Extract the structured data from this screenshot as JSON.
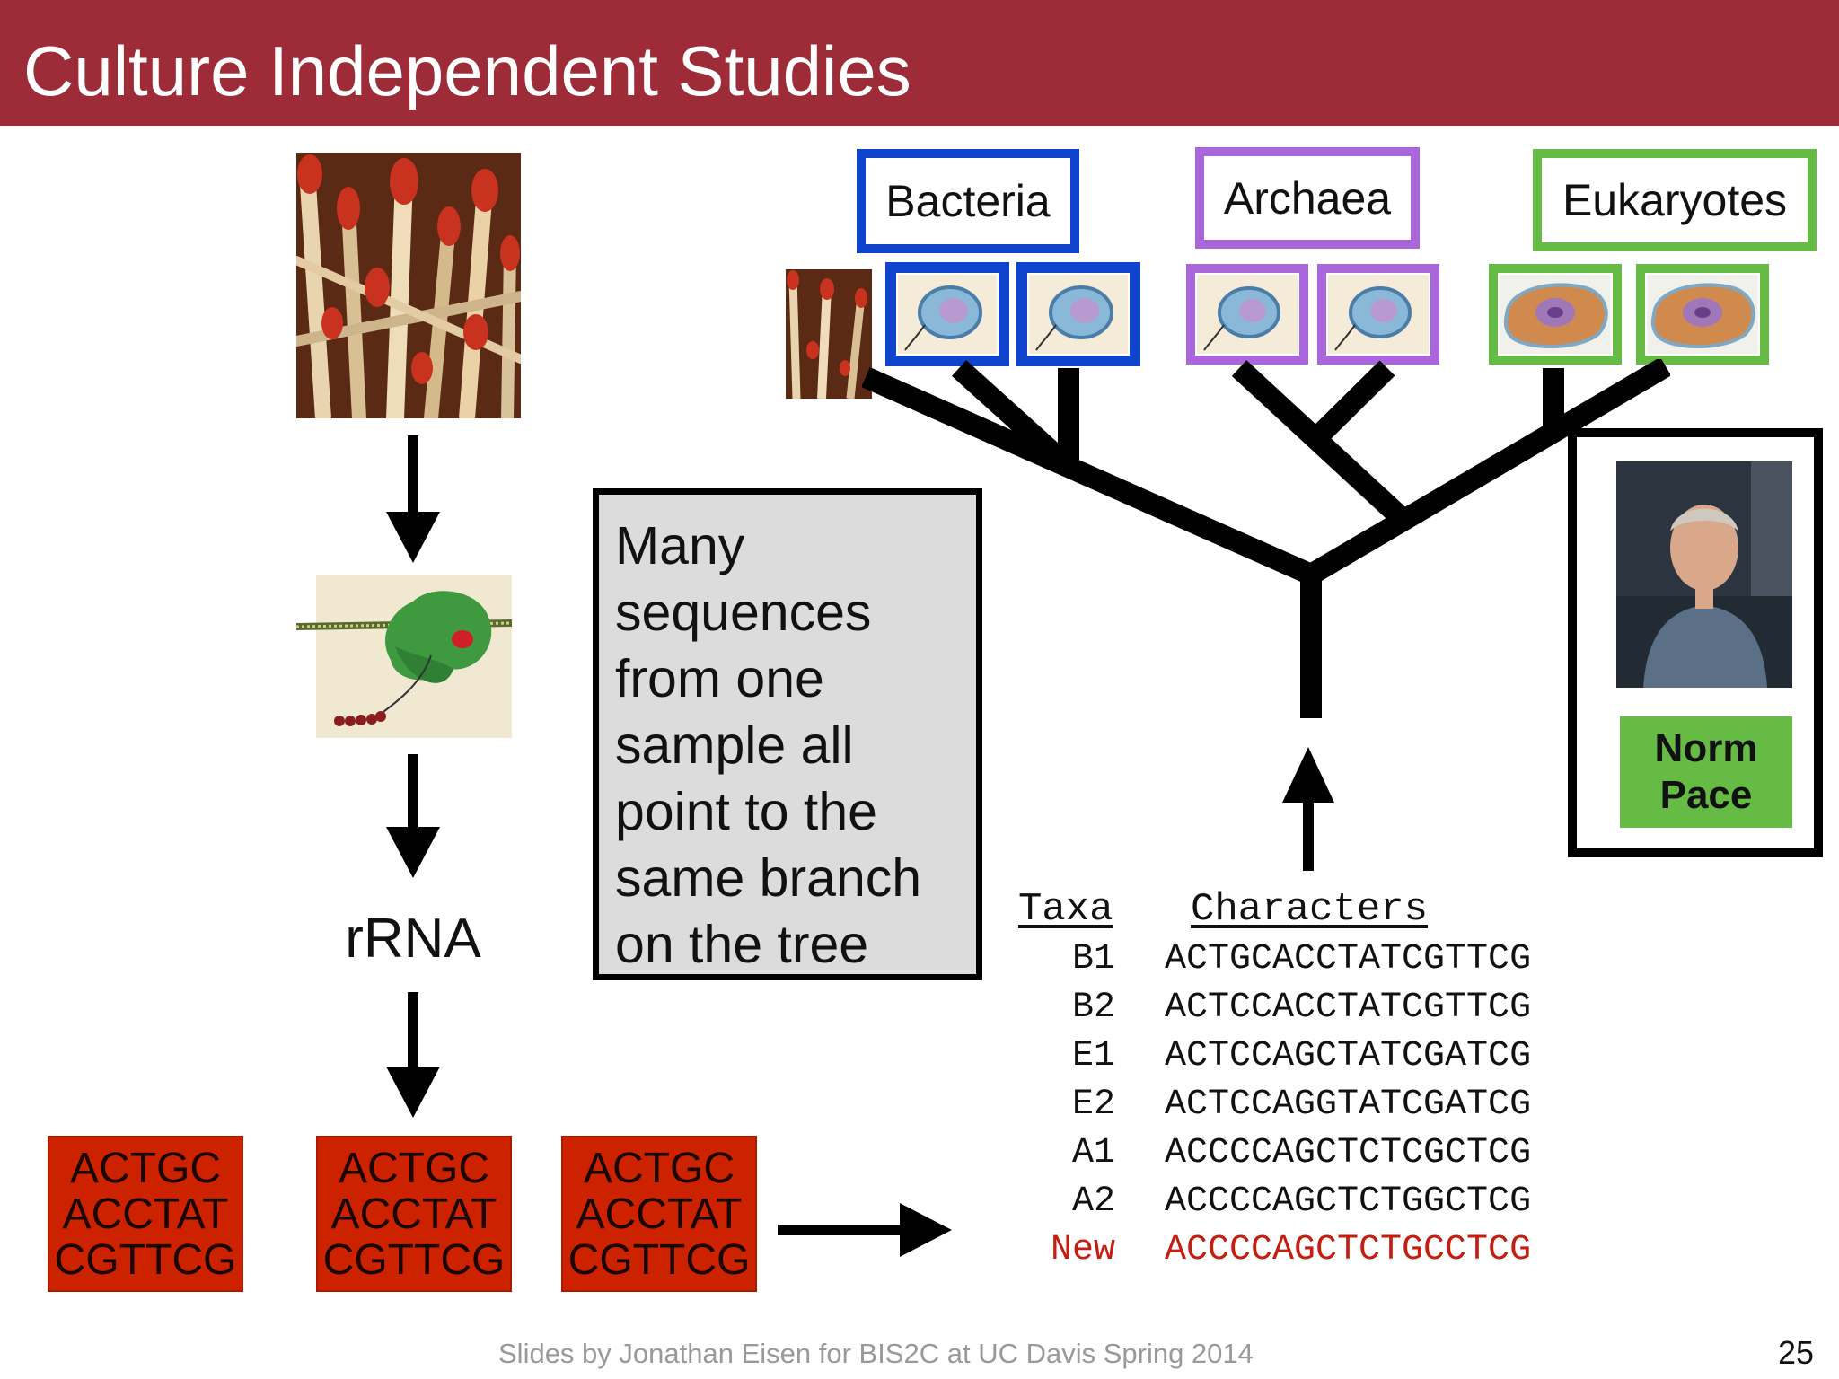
{
  "title": "Culture Independent Studies",
  "domains": [
    {
      "name": "Bacteria",
      "color": "#1144cc"
    },
    {
      "name": "Archaea",
      "color": "#aa66dd"
    },
    {
      "name": "Eukaryotes",
      "color": "#66bb44"
    }
  ],
  "flow": {
    "rrna_label": "rRNA",
    "sequence_boxes": [
      "ACTGC\nACCTAT\nCGTTCG",
      "ACTGC\nACCTAT\nCGTTCG",
      "ACTGC\nACCTAT\nCGTTCG"
    ]
  },
  "callout": "Many\nsequences\nfrom one\nsample all\npoint to the\nsame branch\non the tree",
  "alignment": {
    "taxa_header": "Taxa",
    "characters_header": "Characters",
    "rows": [
      {
        "taxon": "B1",
        "sequence": "ACTGCACCTATCGTTCG"
      },
      {
        "taxon": "B2",
        "sequence": "ACTCCACCTATCGTTCG"
      },
      {
        "taxon": "E1",
        "sequence": "ACTCCAGCTATCGATCG"
      },
      {
        "taxon": "E2",
        "sequence": "ACTCCAGGTATCGATCG"
      },
      {
        "taxon": "A1",
        "sequence": "ACCCCAGCTCTCGCTCG"
      },
      {
        "taxon": "A2",
        "sequence": "ACCCCAGCTCTGGCTCG"
      }
    ],
    "new_row": {
      "taxon": "New",
      "sequence": "ACCCCAGCTCTGCCTCG",
      "color": "#c41e10"
    }
  },
  "portrait_label": "Norm\nPace",
  "footer": "Slides by Jonathan Eisen for BIS2C at UC Davis Spring 2014",
  "page_number": "25",
  "colors": {
    "title_bar": "#9e2b38",
    "sequence_box": "#cc2200",
    "callout_fill": "#dcdcdc",
    "portrait_label_fill": "#66bb44"
  }
}
